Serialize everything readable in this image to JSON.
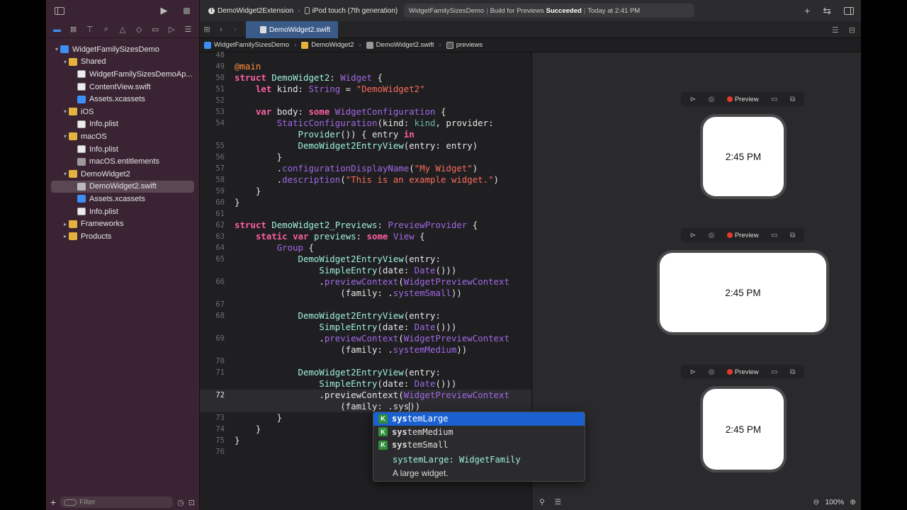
{
  "toolbar": {
    "scheme": "DemoWidget2Extension",
    "device": "iPod touch (7th generation)",
    "activity_project": "WidgetFamilySizesDemo",
    "activity_status_prefix": "Build for Previews",
    "activity_status_bold": "Succeeded",
    "activity_time": "Today at 2:41 PM"
  },
  "tab": {
    "label": "DemoWidget2.swift"
  },
  "breadcrumb": {
    "items": [
      "WidgetFamilySizesDemo",
      "DemoWidget2",
      "DemoWidget2.swift",
      "previews"
    ]
  },
  "sidebar": {
    "filter_placeholder": "Filter",
    "items": [
      {
        "label": "WidgetFamilySizesDemo",
        "icon": "project-icon",
        "depth": 0,
        "disclosure": "open"
      },
      {
        "label": "Shared",
        "icon": "folder-icon",
        "depth": 1,
        "disclosure": "open"
      },
      {
        "label": "WidgetFamilySizesDemoAp...",
        "icon": "swift-file-icon",
        "depth": 2,
        "disclosure": ""
      },
      {
        "label": "ContentView.swift",
        "icon": "swift-file-icon",
        "depth": 2,
        "disclosure": ""
      },
      {
        "label": "Assets.xcassets",
        "icon": "assets-icon",
        "depth": 2,
        "disclosure": ""
      },
      {
        "label": "iOS",
        "icon": "folder-icon",
        "depth": 1,
        "disclosure": "open"
      },
      {
        "label": "Info.plist",
        "icon": "plist-icon",
        "depth": 2,
        "disclosure": ""
      },
      {
        "label": "macOS",
        "icon": "folder-icon",
        "depth": 1,
        "disclosure": "open"
      },
      {
        "label": "Info.plist",
        "icon": "plist-icon",
        "depth": 2,
        "disclosure": ""
      },
      {
        "label": "macOS.entitlements",
        "icon": "entitlements-icon",
        "depth": 2,
        "disclosure": ""
      },
      {
        "label": "DemoWidget2",
        "icon": "folder-icon",
        "depth": 1,
        "disclosure": "open"
      },
      {
        "label": "DemoWidget2.swift",
        "icon": "swift-file-icon",
        "depth": 2,
        "disclosure": "",
        "selected": true
      },
      {
        "label": "Assets.xcassets",
        "icon": "assets-icon",
        "depth": 2,
        "disclosure": ""
      },
      {
        "label": "Info.plist",
        "icon": "plist-icon",
        "depth": 2,
        "disclosure": ""
      },
      {
        "label": "Frameworks",
        "icon": "folder-icon",
        "depth": 1,
        "disclosure": "closed"
      },
      {
        "label": "Products",
        "icon": "folder-icon",
        "depth": 1,
        "disclosure": "closed"
      }
    ]
  },
  "editor": {
    "current_line": "72",
    "lines": [
      {
        "n": "48",
        "tokens": []
      },
      {
        "n": "49",
        "tokens": [
          [
            "at",
            "@main"
          ]
        ]
      },
      {
        "n": "50",
        "tokens": [
          [
            "kw",
            "struct"
          ],
          [
            "",
            " "
          ],
          [
            "ty",
            "DemoWidget2"
          ],
          [
            "",
            ": "
          ],
          [
            "fn",
            "Widget"
          ],
          [
            "",
            " {"
          ]
        ]
      },
      {
        "n": "51",
        "tokens": [
          [
            "",
            "    "
          ],
          [
            "kw",
            "let"
          ],
          [
            "",
            " kind: "
          ],
          [
            "fn",
            "String"
          ],
          [
            "",
            " = "
          ],
          [
            "st",
            "\"DemoWidget2\""
          ]
        ]
      },
      {
        "n": "52",
        "tokens": []
      },
      {
        "n": "53",
        "tokens": [
          [
            "",
            "    "
          ],
          [
            "kw",
            "var"
          ],
          [
            "",
            " body: "
          ],
          [
            "kw",
            "some"
          ],
          [
            "",
            " "
          ],
          [
            "fn",
            "WidgetConfiguration"
          ],
          [
            "",
            " {"
          ]
        ]
      },
      {
        "n": "54",
        "tokens": [
          [
            "",
            "        "
          ],
          [
            "fn",
            "StaticConfiguration"
          ],
          [
            "",
            "(kind: "
          ],
          [
            "pr",
            "kind"
          ],
          [
            "",
            ", provider:"
          ]
        ]
      },
      {
        "n": "",
        "tokens": [
          [
            "",
            "            "
          ],
          [
            "ty",
            "Provider"
          ],
          [
            "",
            "()) { entry "
          ],
          [
            "kw",
            "in"
          ]
        ]
      },
      {
        "n": "55",
        "tokens": [
          [
            "",
            "            "
          ],
          [
            "ty",
            "DemoWidget2EntryView"
          ],
          [
            "",
            "(entry: entry)"
          ]
        ]
      },
      {
        "n": "56",
        "tokens": [
          [
            "",
            "        }"
          ]
        ]
      },
      {
        "n": "57",
        "tokens": [
          [
            "",
            "        ."
          ],
          [
            "fn",
            "configurationDisplayName"
          ],
          [
            "",
            "("
          ],
          [
            "st",
            "\"My Widget\""
          ],
          [
            "",
            ")"
          ]
        ]
      },
      {
        "n": "58",
        "tokens": [
          [
            "",
            "        ."
          ],
          [
            "fn",
            "description"
          ],
          [
            "",
            "("
          ],
          [
            "st",
            "\"This is an example widget.\""
          ],
          [
            "",
            ")"
          ]
        ]
      },
      {
        "n": "59",
        "tokens": [
          [
            "",
            "    }"
          ]
        ]
      },
      {
        "n": "60",
        "tokens": [
          [
            "",
            "}"
          ]
        ]
      },
      {
        "n": "61",
        "tokens": []
      },
      {
        "n": "62",
        "tokens": [
          [
            "kw",
            "struct"
          ],
          [
            "",
            " "
          ],
          [
            "ty",
            "DemoWidget2_Previews"
          ],
          [
            "",
            ": "
          ],
          [
            "fn",
            "PreviewProvider"
          ],
          [
            "",
            " {"
          ]
        ]
      },
      {
        "n": "63",
        "tokens": [
          [
            "",
            "    "
          ],
          [
            "kw",
            "static"
          ],
          [
            "",
            " "
          ],
          [
            "kw",
            "var"
          ],
          [
            "",
            " "
          ],
          [
            "ty",
            "previews"
          ],
          [
            "",
            ": "
          ],
          [
            "kw",
            "some"
          ],
          [
            "",
            " "
          ],
          [
            "fn",
            "View"
          ],
          [
            "",
            " {"
          ]
        ]
      },
      {
        "n": "64",
        "tokens": [
          [
            "",
            "        "
          ],
          [
            "fn",
            "Group"
          ],
          [
            "",
            " {"
          ]
        ]
      },
      {
        "n": "65",
        "tokens": [
          [
            "",
            "            "
          ],
          [
            "ty",
            "DemoWidget2EntryView"
          ],
          [
            "",
            "(entry:"
          ]
        ]
      },
      {
        "n": "",
        "tokens": [
          [
            "",
            "                "
          ],
          [
            "ty",
            "SimpleEntry"
          ],
          [
            "",
            "(date: "
          ],
          [
            "fn",
            "Date"
          ],
          [
            "",
            "()))"
          ]
        ]
      },
      {
        "n": "66",
        "tokens": [
          [
            "",
            "                ."
          ],
          [
            "fn",
            "previewContext"
          ],
          [
            "",
            "("
          ],
          [
            "fn",
            "WidgetPreviewContext"
          ]
        ]
      },
      {
        "n": "",
        "tokens": [
          [
            "",
            "                    (family: ."
          ],
          [
            "fn",
            "systemSmall"
          ],
          [
            "",
            "))"
          ]
        ]
      },
      {
        "n": "67",
        "tokens": []
      },
      {
        "n": "68",
        "tokens": [
          [
            "",
            "            "
          ],
          [
            "ty",
            "DemoWidget2EntryView"
          ],
          [
            "",
            "(entry:"
          ]
        ]
      },
      {
        "n": "",
        "tokens": [
          [
            "",
            "                "
          ],
          [
            "ty",
            "SimpleEntry"
          ],
          [
            "",
            "(date: "
          ],
          [
            "fn",
            "Date"
          ],
          [
            "",
            "()))"
          ]
        ]
      },
      {
        "n": "69",
        "tokens": [
          [
            "",
            "                ."
          ],
          [
            "fn",
            "previewContext"
          ],
          [
            "",
            "("
          ],
          [
            "fn",
            "WidgetPreviewContext"
          ]
        ]
      },
      {
        "n": "",
        "tokens": [
          [
            "",
            "                    (family: ."
          ],
          [
            "fn",
            "systemMedium"
          ],
          [
            "",
            "))"
          ]
        ]
      },
      {
        "n": "70",
        "tokens": []
      },
      {
        "n": "71",
        "tokens": [
          [
            "",
            "            "
          ],
          [
            "ty",
            "DemoWidget2EntryView"
          ],
          [
            "",
            "(entry:"
          ]
        ]
      },
      {
        "n": "",
        "tokens": [
          [
            "",
            "                "
          ],
          [
            "ty",
            "SimpleEntry"
          ],
          [
            "",
            "(date: "
          ],
          [
            "fn",
            "Date"
          ],
          [
            "",
            "()))"
          ]
        ]
      },
      {
        "n": "72",
        "tokens": [
          [
            "",
            "                .previewContext("
          ],
          [
            "fn",
            "WidgetPreviewContext"
          ]
        ],
        "current": true
      },
      {
        "n": "",
        "tokens": [
          [
            "",
            "                    (family: .sys"
          ],
          [
            "cursor",
            ""
          ],
          [
            "",
            ")"
          ],
          [
            "",
            ")"
          ]
        ],
        "current": true
      },
      {
        "n": "73",
        "tokens": [
          [
            "",
            "        }"
          ]
        ]
      },
      {
        "n": "74",
        "tokens": [
          [
            "",
            "    }"
          ]
        ]
      },
      {
        "n": "75",
        "tokens": [
          [
            "",
            "}"
          ]
        ]
      },
      {
        "n": "76",
        "tokens": []
      }
    ]
  },
  "completion": {
    "badge": "K",
    "items": [
      {
        "match": "sys",
        "rest": "temLarge",
        "selected": true
      },
      {
        "match": "sys",
        "rest": "temMedium",
        "selected": false
      },
      {
        "match": "sys",
        "rest": "temSmall",
        "selected": false
      }
    ],
    "detail_name": "systemLarge",
    "detail_type": "WidgetFamily",
    "description": "A large widget."
  },
  "canvas": {
    "preview_label": "Preview",
    "widgets": [
      {
        "time": "2:45 PM",
        "family": "small"
      },
      {
        "time": "2:45 PM",
        "family": "medium"
      },
      {
        "time": "2:45 PM",
        "family": "small"
      }
    ],
    "zoom": "100%"
  },
  "colors": {
    "sidebar_bg": "#3a2433",
    "selection_blue": "#1a60d0",
    "keyword_pink": "#fc5fa3",
    "string_red": "#fc6a5d",
    "attribute_orange": "#fd8f3f",
    "record_red": "#e23b33"
  }
}
